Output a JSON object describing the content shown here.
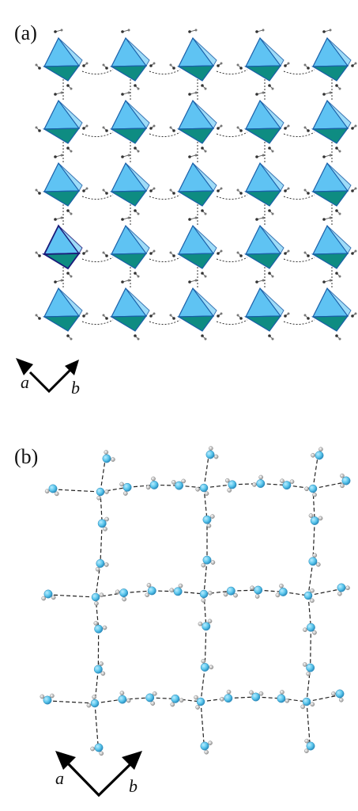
{
  "panel_a": {
    "label": "(a)",
    "axis_a": "a",
    "axis_b": "b",
    "grid": {
      "rows": 5,
      "cols": 5
    },
    "colors": {
      "face_light": "#5fc3f3",
      "face_dark": "#0e8c82",
      "edge": "#1a5fa8",
      "atom": "#333333"
    }
  },
  "panel_b": {
    "label": "(b)",
    "axis_a": "a",
    "axis_b": "b",
    "grid": {
      "rows": 3,
      "cols": 3
    },
    "colors": {
      "oxygen": "#5ac6ec",
      "hydrogen": "#cfcfcf",
      "bond": "#222222"
    }
  }
}
